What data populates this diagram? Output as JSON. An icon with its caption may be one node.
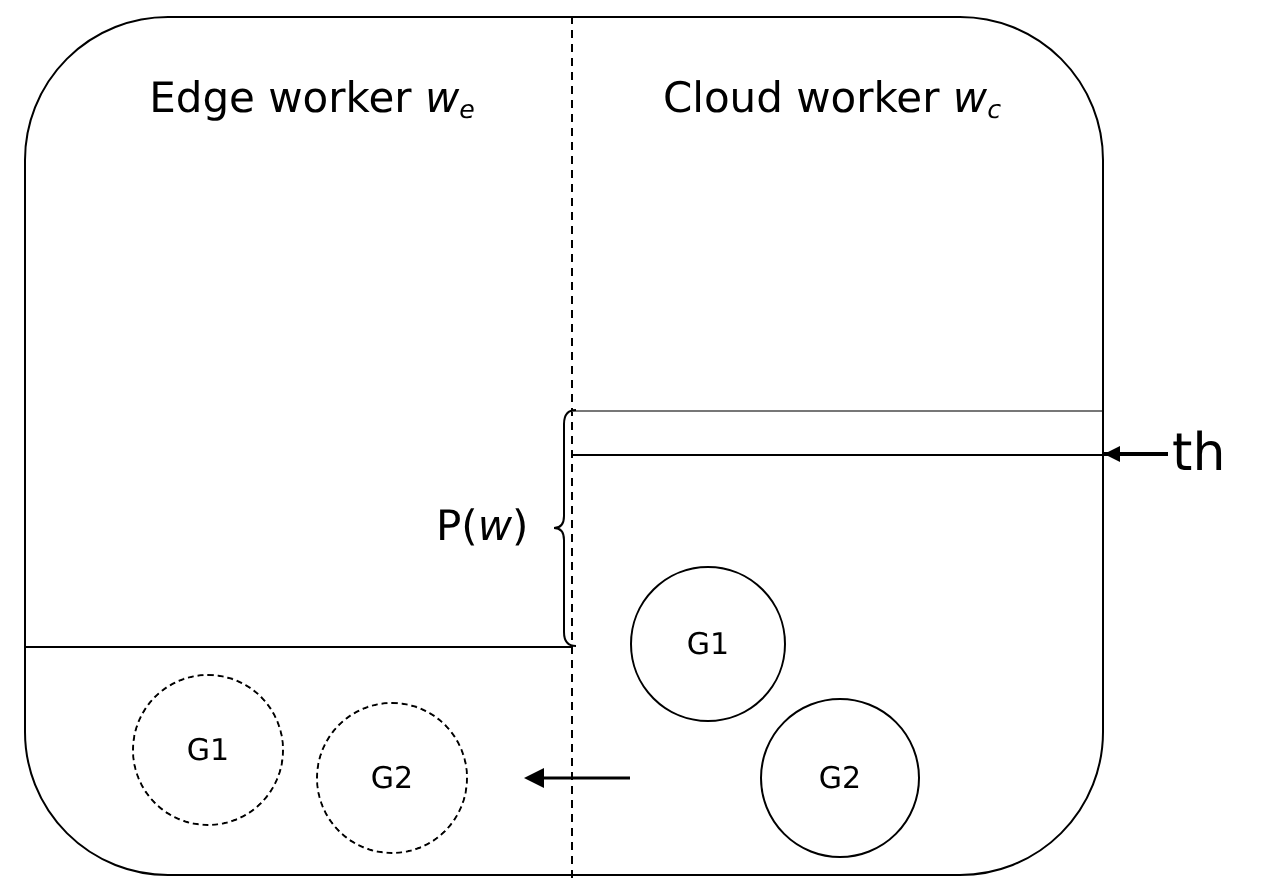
{
  "diagram": {
    "nodes": [
      {
        "text": [
          "Edge worker *w*$_{e}$",
          "Cloud worker *w*$_{c}$"
        ]
      },
      {
        "text": [
          "G1"
        ],
        "in": 0
      },
      {
        "text": [
          "G2"
        ],
        "in": 0
      },
      {
        "text": [
          "G1"
        ],
        "in": 0
      },
      {
        "text": [
          "G2"
        ],
        "in": 0
      },
      {
        "text": [
          "th"
        ]
      }
    ],
    "edges": [
      {
        "from": 5,
        "to": 0,
        "arrow": "to"
      }
    ],
    "labels": [
      "P(*w*)"
    ]
  }
}
